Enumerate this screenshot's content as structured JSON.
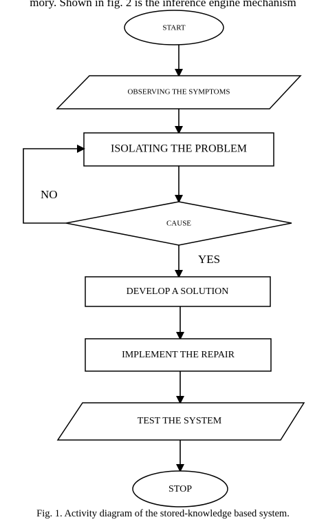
{
  "header_text": "mory. Shown in fig. 2 is the inference engine mechanism",
  "nodes": {
    "start": "START",
    "observe": "OBSERVING THE SYMPTOMS",
    "isolate": "ISOLATING THE PROBLEM",
    "cause": "CAUSE",
    "develop": "DEVELOP A SOLUTION",
    "implement": "IMPLEMENT THE REPAIR",
    "test": "TEST THE SYSTEM",
    "stop": "STOP"
  },
  "edges": {
    "no_label": "NO",
    "yes_label": "YES"
  },
  "caption": "Fig. 1. Activity diagram of the stored-knowledge based system."
}
